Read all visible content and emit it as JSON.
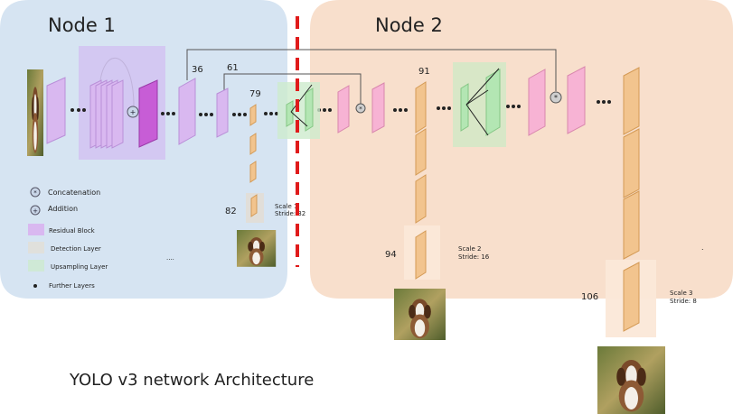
{
  "nodes": {
    "node1_label": "Node 1",
    "node2_label": "Node 2"
  },
  "caption": "YOLO v3 network Architecture",
  "layer_numbers": {
    "l36": "36",
    "l61": "61",
    "l79": "79",
    "l82": "82",
    "l91": "91",
    "l94": "94",
    "l106": "106"
  },
  "scales": {
    "scale1": {
      "title": "Scale 1",
      "stride": "Stride: 32"
    },
    "scale2": {
      "title": "Scale 2",
      "stride": "Stride: 16"
    },
    "scale3": {
      "title": "Scale 3",
      "stride": "Stride: 8"
    }
  },
  "legend": {
    "concatenation": "Concatenation",
    "addition": "Addition",
    "residual_block": "Residual Block",
    "detection_layer": "Detection Layer",
    "upsampling_layer": "Upsampling Layer",
    "further_layers": "Further Layers",
    "ellipsis": "...."
  },
  "colors": {
    "node1_bg": "#d6e4f2",
    "node2_bg": "#f8dfcc",
    "split_line": "#e01b1b",
    "residual": "#d9b8f0",
    "upsample": "#c4eac4",
    "detection": "#f2c48e",
    "route": "#f7b3d4"
  },
  "icons": {
    "concat": "concatenation-icon",
    "add": "addition-icon",
    "dog_photo": "dog-photo-icon"
  }
}
